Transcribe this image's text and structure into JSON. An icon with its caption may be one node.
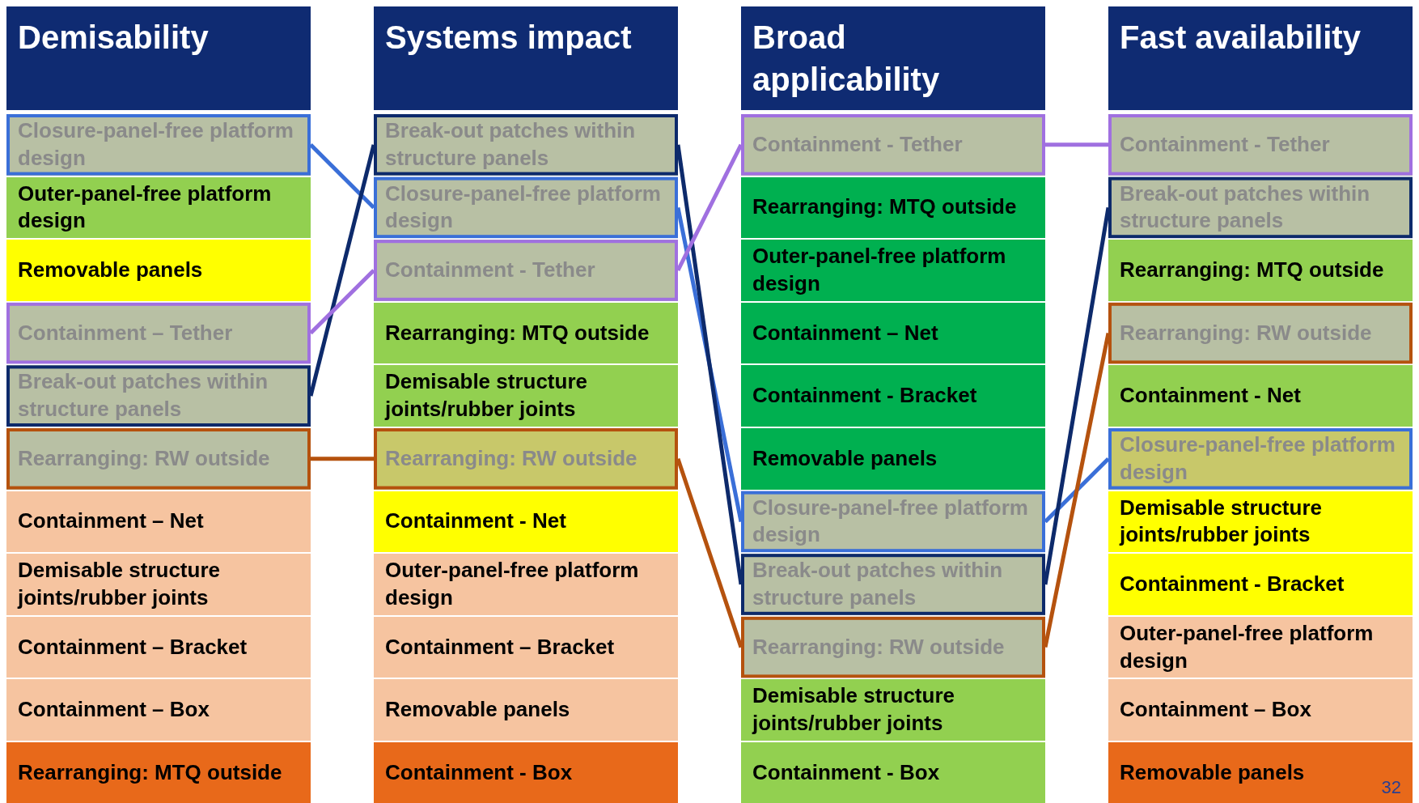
{
  "diagram": {
    "nodes": [
      {
        "text": [
          "Demisability"
        ]
      },
      {
        "text": [
          "Closure-panel-free platform design"
        ]
      },
      {
        "text": [
          "Outer-panel-free platform design"
        ]
      },
      {
        "text": [
          "Removable panels"
        ]
      },
      {
        "text": [
          "Containment – Tether"
        ]
      },
      {
        "text": [
          "Break-out patches within structure panels"
        ]
      },
      {
        "text": [
          "Rearranging: RW outside"
        ]
      },
      {
        "text": [
          "Containment – Net"
        ]
      },
      {
        "text": [
          "Demisable structure joints/rubber joints"
        ]
      },
      {
        "text": [
          "Containment – Bracket"
        ]
      },
      {
        "text": [
          "Containment – Box"
        ]
      },
      {
        "text": [
          "Rearranging: MTQ outside"
        ]
      },
      {
        "text": [
          "Systems impact"
        ]
      },
      {
        "text": [
          "Break-out patches within structure panels"
        ]
      },
      {
        "text": [
          "Closure-panel-free platform design"
        ]
      },
      {
        "text": [
          "Containment - Tether"
        ]
      },
      {
        "text": [
          "Rearranging: MTQ outside"
        ]
      },
      {
        "text": [
          "Demisable structure joints/rubber joints"
        ]
      },
      {
        "text": [
          "Rearranging: RW outside"
        ]
      },
      {
        "text": [
          "Containment - Net"
        ]
      },
      {
        "text": [
          "Outer-panel-free platform design"
        ]
      },
      {
        "text": [
          "Containment – Bracket"
        ]
      },
      {
        "text": [
          "Removable panels"
        ]
      },
      {
        "text": [
          "Containment - Box"
        ]
      },
      {
        "text": [
          "Broad applicability"
        ]
      },
      {
        "text": [
          "Containment - Tether"
        ]
      },
      {
        "text": [
          "Rearranging: MTQ outside"
        ]
      },
      {
        "text": [
          "Outer-panel-free platform design"
        ]
      },
      {
        "text": [
          "Containment – Net"
        ]
      },
      {
        "text": [
          "Containment - Bracket"
        ]
      },
      {
        "text": [
          "Removable panels"
        ]
      },
      {
        "text": [
          "Closure-panel-free platform design"
        ]
      },
      {
        "text": [
          "Break-out patches within structure panels"
        ]
      },
      {
        "text": [
          "Rearranging: RW outside"
        ]
      },
      {
        "text": [
          "Demisable structure joints/rubber joints"
        ]
      },
      {
        "text": [
          "Containment - Box"
        ]
      },
      {
        "text": [
          "Fast availability"
        ]
      },
      {
        "text": [
          "Containment - Tether"
        ]
      },
      {
        "text": [
          "Break-out patches within structure panels"
        ]
      },
      {
        "text": [
          "Rearranging: MTQ outside"
        ]
      },
      {
        "text": [
          "Rearranging: RW outside"
        ]
      },
      {
        "text": [
          "Containment - Net"
        ]
      },
      {
        "text": [
          "Closure-panel-free platform design"
        ]
      },
      {
        "text": [
          "Demisable structure joints/rubber joints"
        ]
      },
      {
        "text": [
          "Containment - Bracket"
        ]
      },
      {
        "text": [
          "Outer-panel-free platform design"
        ]
      },
      {
        "text": [
          "Containment – Box"
        ]
      },
      {
        "text": [
          "Removable panels"
        ]
      }
    ],
    "edges": [
      {
        "from": 1,
        "to": 14,
        "arrow": "none",
        "color": "#3a6fd8"
      },
      {
        "from": 14,
        "to": 31,
        "arrow": "none",
        "color": "#3a6fd8"
      },
      {
        "from": 31,
        "to": 42,
        "arrow": "none",
        "color": "#3a6fd8"
      },
      {
        "from": 5,
        "to": 13,
        "arrow": "none",
        "color": "#0d2a6b"
      },
      {
        "from": 13,
        "to": 32,
        "arrow": "none",
        "color": "#0d2a6b"
      },
      {
        "from": 32,
        "to": 38,
        "arrow": "none",
        "color": "#0d2a6b"
      },
      {
        "from": 4,
        "to": 15,
        "arrow": "none",
        "color": "#a070e0"
      },
      {
        "from": 15,
        "to": 25,
        "arrow": "none",
        "color": "#a070e0"
      },
      {
        "from": 25,
        "to": 37,
        "arrow": "none",
        "color": "#a070e0"
      },
      {
        "from": 6,
        "to": 18,
        "arrow": "none",
        "color": "#b5520e"
      },
      {
        "from": 18,
        "to": 33,
        "arrow": "none",
        "color": "#b5520e"
      },
      {
        "from": 33,
        "to": 40,
        "arrow": "none",
        "color": "#b5520e"
      }
    ],
    "labels": [
      "32"
    ]
  }
}
